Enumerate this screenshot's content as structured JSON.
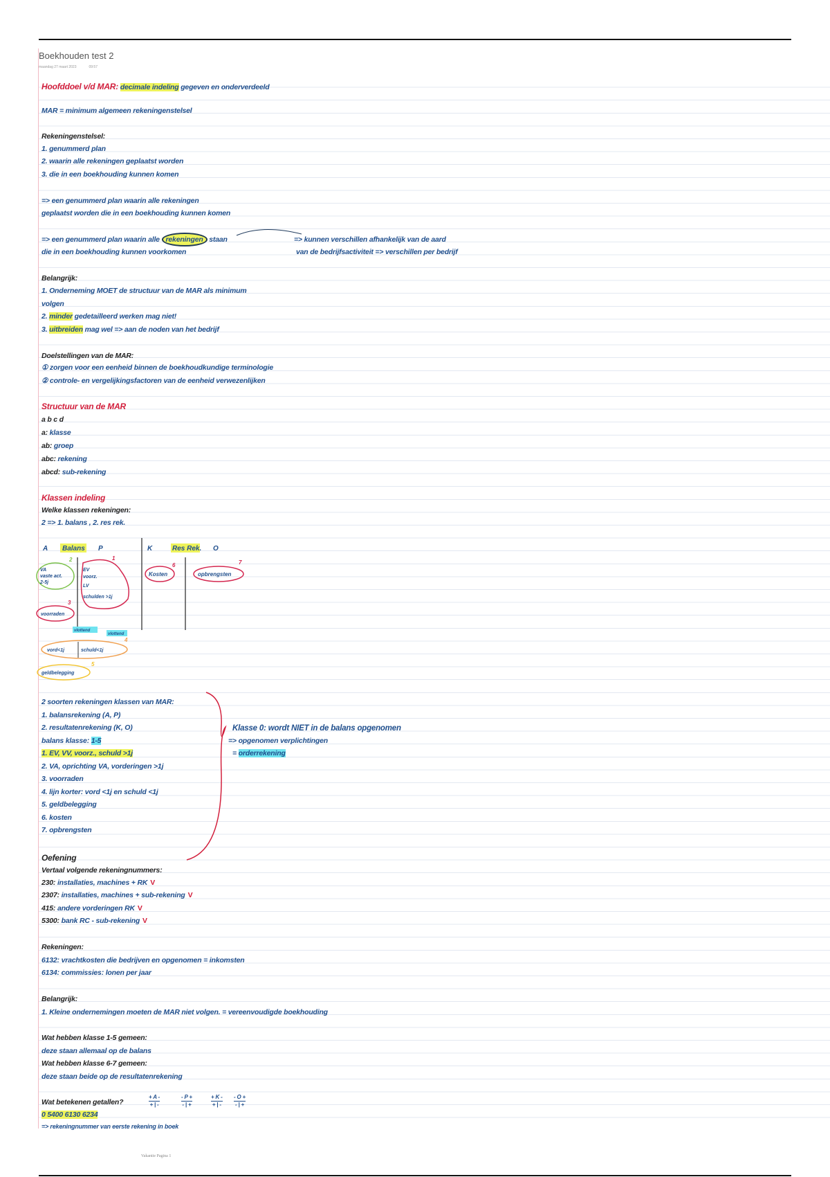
{
  "page": {
    "title": "Boekhouden test 2",
    "date": "maandag 27 maart 2023",
    "time": "09:57",
    "footer": "Vakantie Pagina 1"
  },
  "notes": {
    "l1": {
      "a": "Hoofddoel v/d MAR:",
      "b": "decimale indeling",
      "c": "gegeven en onderverdeeld"
    },
    "l2": "MAR = minimum algemeen rekeningenstelsel",
    "l3": "Rekeningenstelsel:",
    "l4": "1. genummerd plan",
    "l5": "2. waarin alle rekeningen geplaatst worden",
    "l6": "3. die in een boekhouding kunnen komen",
    "l7": "=> een genummerd plan waarin alle rekeningen",
    "l8": "geplaatst worden die in een boekhouding kunnen komen",
    "l9": {
      "a": "=> een genummerd plan waarin alle",
      "b": "rekeningen",
      "c": "staan"
    },
    "l9r": "=> kunnen verschillen afhankelijk van de aard",
    "l10": "die in een boekhouding kunnen voorkomen",
    "l10r": "van de bedrijfsactiviteit => verschillen per bedrijf",
    "l11": "Belangrijk:",
    "l12": "1. Onderneming MOET de structuur van de MAR als minimum",
    "l13": "volgen",
    "l14": {
      "a": "2.",
      "b": "minder",
      "c": "gedetailleerd werken mag niet!"
    },
    "l15": {
      "a": "3.",
      "b": "uitbreiden",
      "c": "mag wel => aan de noden van het bedrijf"
    },
    "l16": "Doelstellingen van de MAR:",
    "l17": "① zorgen voor een eenheid binnen de boekhoudkundige terminologie",
    "l18": "② controle- en vergelijkingsfactoren van de eenheid verwezenlijken",
    "l19": "Structuur van de MAR",
    "l20": "a  b  c  d",
    "l21": {
      "a": "a:",
      "b": "klasse"
    },
    "l22": {
      "a": "ab:",
      "b": "groep"
    },
    "l23": {
      "a": "abc:",
      "b": "rekening"
    },
    "l24": {
      "a": "abcd:",
      "b": "sub-rekening"
    },
    "l25": "Klassen indeling",
    "l26": "Welke klassen rekeningen:",
    "l27": "2 => 1. balans , 2. res rek.",
    "l28": "2 soorten rekeningen klassen van MAR:",
    "l29": "1. balansrekening (A, P)",
    "l30": "2. resultatenrekening (K, O)",
    "l31": {
      "a": "balans klasse:",
      "b": "1-5"
    },
    "l32": "1. EV, VV, voorz., schuld >1j",
    "l33": "2. VA, oprichting VA, vorderingen >1j",
    "l34": "3. voorraden",
    "l35": "4. lijn korter: vord <1j en schuld <1j",
    "l36": "5. geldbelegging",
    "l37": "6. kosten",
    "l38": "7. opbrengsten",
    "l28r": "Klasse 0: wordt NIET in de balans opgenomen",
    "l29r": "=> opgenomen verplichtingen",
    "l30r": {
      "a": "=",
      "b": "orderrekening"
    },
    "l39": "Oefening",
    "l40": "Vertaal volgende rekeningnummers:",
    "l41": {
      "a": "230:",
      "b": "installaties, machines + RK"
    },
    "l42": {
      "a": "2307:",
      "b": "installaties, machines + sub-rekening"
    },
    "l43": {
      "a": "415:",
      "b": "andere vorderingen RK"
    },
    "l44": {
      "a": "5300:",
      "b": "bank RC - sub-rekening"
    },
    "check": "V",
    "l45": "Rekeningen:",
    "l46": "6132: vrachtkosten die bedrijven en opgenomen = inkomsten",
    "l47": "6134: commissies: lonen per jaar",
    "l48": "Belangrijk:",
    "l49": "1. Kleine ondernemingen moeten de MAR niet volgen. = vereenvoudigde boekhouding",
    "l50": "Wat hebben klasse 1-5 gemeen:",
    "l51": "deze staan allemaal op de balans",
    "l52": "Wat hebben klasse 6-7 gemeen:",
    "l53": "deze staan beide op de resultatenrekening",
    "l54": "Wat betekenen getallen?",
    "frac": {
      "f1t": "+ A -",
      "f1b": "+ | -",
      "f2t": "- P +",
      "f2b": "- | +",
      "f3t": "+ K -",
      "f3b": "+ | -",
      "f4t": "- O +",
      "f4b": "- | +"
    },
    "l55": "0  5400   6130  6234",
    "l56": "=> rekeningnummer van eerste rekening in boek"
  },
  "diagram": {
    "a": "A",
    "balans": "Balans",
    "p": "P",
    "k": "K",
    "resrek": "Res Rek.",
    "o": "O",
    "va": "VA",
    "va2": "vaste act.",
    "va3": "2-5j",
    "ev": "EV",
    "ev2": "voorz.",
    "ev3": "LV",
    "ev4": "schulden >1j",
    "voorraden": "voorraden",
    "kosten": "Kosten",
    "opbrengsten": "opbrengsten",
    "vord": "vord<1j",
    "schuld": "schuld<1j",
    "vlottend": "vlottend",
    "vlottend2": "vlottend",
    "geld": "geldbelegging",
    "n1": "1",
    "n2": "2",
    "n3": "3",
    "n4": "4",
    "n5": "5",
    "n6": "6",
    "n7": "7"
  },
  "colors": {
    "ink_blue": "#1f4e8c",
    "ink_red": "#d21f3c",
    "highlight_yellow": "#eef35a",
    "highlight_cyan": "#6fe3f0"
  }
}
